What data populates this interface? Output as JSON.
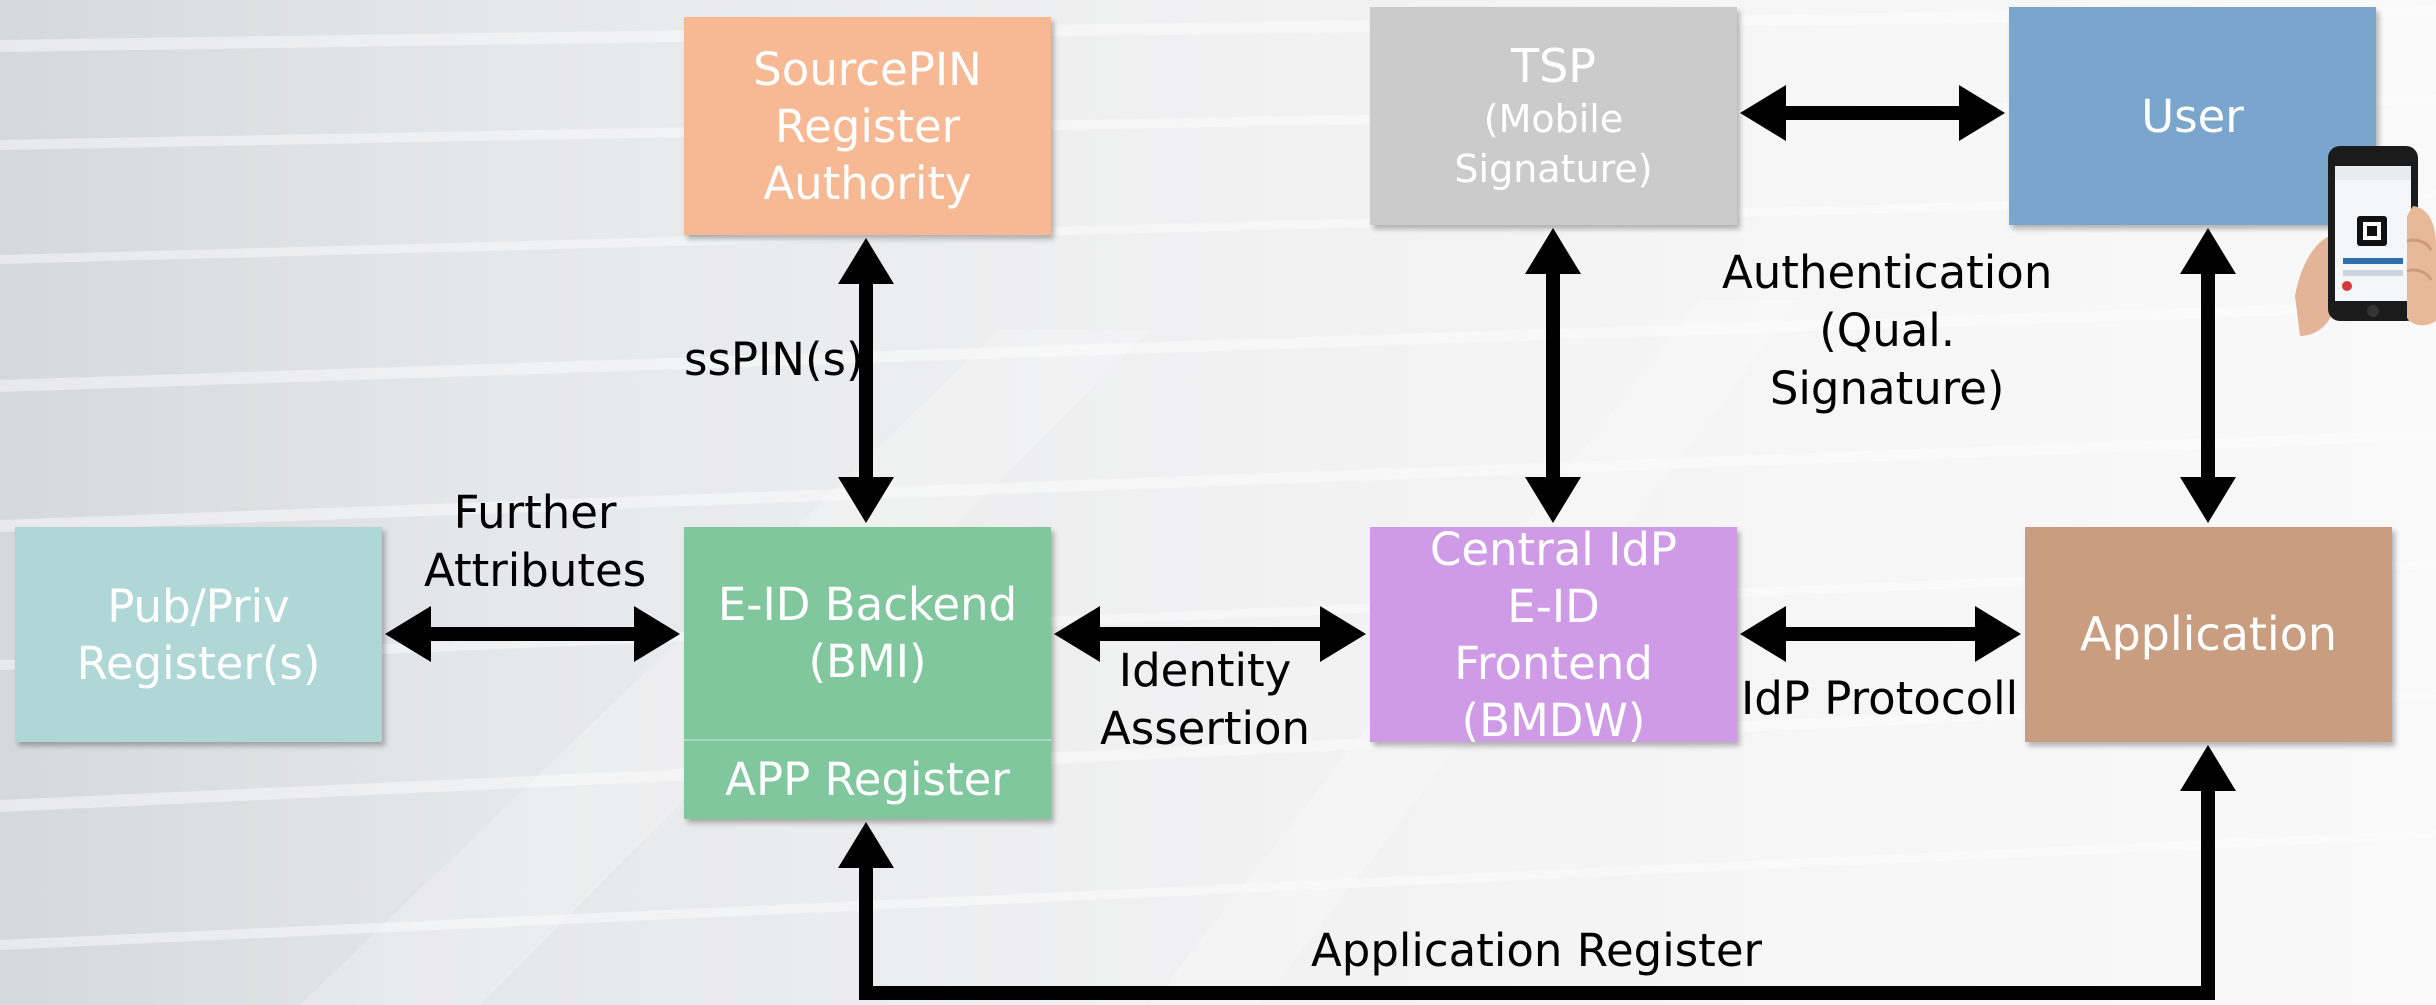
{
  "colors": {
    "sourcepin": "#f6b994",
    "tsp": "#cbcbcb",
    "user": "#7aa6cd",
    "registers": "#aed7d5",
    "backend": "#80c79e",
    "frontend": "#cf9be6",
    "application": "#c99d7f",
    "arrow": "#000000",
    "box_text": "#ffffff"
  },
  "boxes": {
    "sourcepin": {
      "lines": [
        "SourcePIN",
        "Register",
        "Authority"
      ]
    },
    "tsp": {
      "lines": [
        "TSP",
        "(Mobile",
        "Signature)"
      ]
    },
    "user": {
      "lines": [
        "User"
      ]
    },
    "registers": {
      "lines": [
        "Pub/Priv",
        "Register(s)"
      ]
    },
    "backend": {
      "lines": [
        "E-ID Backend",
        "(BMI)"
      ],
      "sub_label": "APP Register"
    },
    "frontend": {
      "lines": [
        "Central IdP",
        "E-ID",
        "Frontend",
        "(BMDW)"
      ]
    },
    "application": {
      "lines": [
        "Application"
      ]
    }
  },
  "edge_labels": {
    "sspin": [
      "ssPIN(s)"
    ],
    "further_attributes": [
      "Further",
      "Attributes"
    ],
    "identity_assertion": [
      "Identity",
      "Assertion"
    ],
    "authentication": [
      "Authentication",
      "(Qual.",
      "Signature)"
    ],
    "idp_protocol": [
      "IdP Protocoll"
    ],
    "application_register": [
      "Application Register"
    ]
  },
  "icons": {
    "phone": "smartphone-in-hand-icon"
  }
}
